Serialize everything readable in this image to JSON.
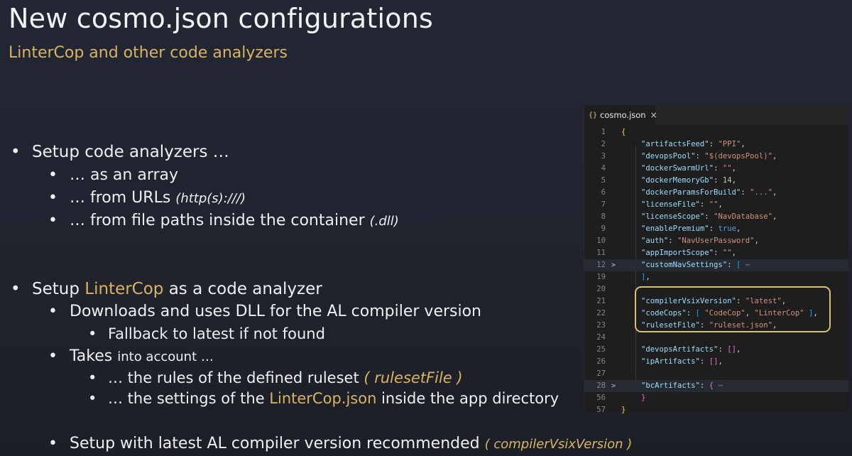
{
  "title": "New cosmo.json configurations",
  "subtitle": "LinterCop and other code analyzers",
  "bullets": {
    "b1": "Setup code analyzers …",
    "b1a": "… as an array",
    "b1b_pre": "… from URLs ",
    "b1b_em": "(http(s):///)",
    "b1c_pre": "… from file paths inside the container ",
    "b1c_em": "(.dll)",
    "b2_pre": "Setup ",
    "b2_gold": "LinterCop",
    "b2_post": " as a code analyzer",
    "b2a": "Downloads and uses DLL for the AL compiler version",
    "b2a1": "Fallback to latest if not found",
    "b2b_pre": "Takes ",
    "b2b_sm": "into account …",
    "b2b1_pre": "… the rules of the defined ruleset ",
    "b2b1_em": "( rulesetFile )",
    "b2b2_pre": "… the settings of the ",
    "b2b2_gold": "LinterCop.json",
    "b2b2_post": " inside the app directory",
    "b3_pre": "Setup with latest AL compiler version recommended ",
    "b3_em": "( compilerVsixVersion )",
    "bullet_char": "•"
  },
  "editor": {
    "tab_icon": "{}",
    "tab_label": "cosmo.json",
    "tab_close": "×",
    "lines": {
      "l1": "1",
      "l2": "2",
      "l3": "3",
      "l4": "4",
      "l5": "5",
      "l6": "6",
      "l7": "7",
      "l8": "8",
      "l9": "9",
      "l10": "10",
      "l11": "11",
      "l12": "12",
      "l19": "19",
      "l20": "20",
      "l21": "21",
      "l22": "22",
      "l23": "23",
      "l24": "24",
      "l25": "25",
      "l26": "26",
      "l27": "27",
      "l28": "28",
      "l56": "56",
      "l57": "57"
    },
    "code": {
      "open": "{",
      "k_artifactsFeed": "\"artifactsFeed\"",
      "v_artifactsFeed": "\"PPI\"",
      "k_devopsPool": "\"devopsPool\"",
      "v_devopsPool": "\"$(devopsPool)\"",
      "k_dockerSwarmUrl": "\"dockerSwarmUrl\"",
      "v_dockerSwarmUrl": "\"\"",
      "k_dockerMemoryGb": "\"dockerMemoryGb\"",
      "v_dockerMemoryGb": "14",
      "k_dockerParamsForBuild": "\"dockerParamsForBuild\"",
      "v_dockerParamsForBuild": "\"...\"",
      "k_licenseFile": "\"licenseFile\"",
      "v_licenseFile": "\"\"",
      "k_licenseScope": "\"licenseScope\"",
      "v_licenseScope": "\"NavDatabase\"",
      "k_enablePremium": "\"enablePremium\"",
      "v_enablePremium": "true",
      "k_auth": "\"auth\"",
      "v_auth": "\"NavUserPassword\"",
      "k_appImportScope": "\"appImportScope\"",
      "v_appImportScope": "\"\"",
      "k_customNavSettings": "\"customNavSettings\"",
      "v_customNavSettings": "[",
      "close_bracket": "]",
      "k_compilerVsixVersion": "\"compilerVsixVersion\"",
      "v_compilerVsixVersion": "\"latest\"",
      "k_codeCops": "\"codeCops\"",
      "v_codeCops_1": "\"CodeCop\"",
      "v_codeCops_2": "\"LinterCop\"",
      "k_rulesetFile": "\"rulesetFile\"",
      "v_rulesetFile": "\"ruleset.json\"",
      "k_devopsArtifacts": "\"devopsArtifacts\"",
      "v_devopsArtifacts": "[]",
      "k_ipArtifacts": "\"ipArtifacts\"",
      "v_ipArtifacts": "[]",
      "k_bcArtifacts": "\"bcArtifacts\"",
      "v_bcArtifacts": "{",
      "close_brace": "}",
      "close_root": "}",
      "ellipsis": "⋯",
      "fold_char": ">"
    }
  },
  "colors": {
    "accent_gold": "#d7b463",
    "highlight_box": "#d9c06e",
    "background": "#21242d"
  }
}
